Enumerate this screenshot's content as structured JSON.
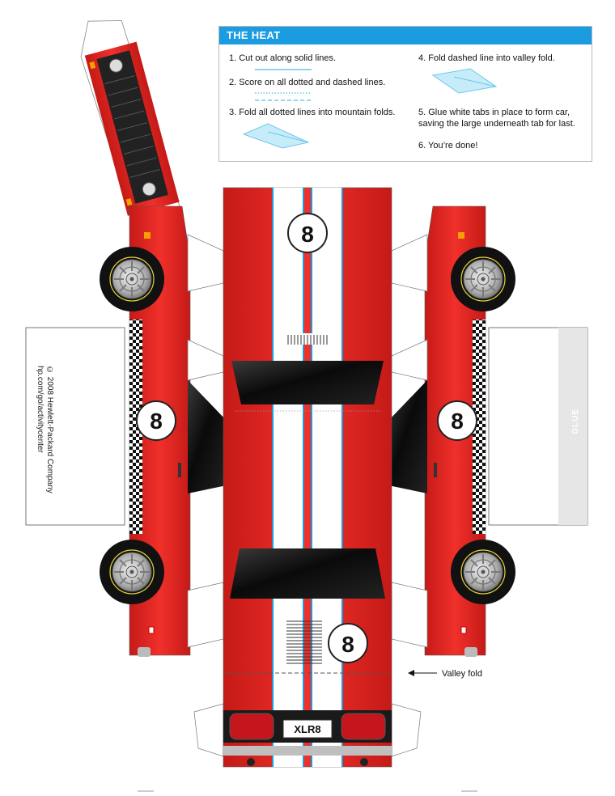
{
  "instructions": {
    "title": "THE HEAT",
    "steps": [
      "1. Cut out along solid lines.",
      "2. Score on all dotted and dashed lines.",
      "3. Fold all dotted lines into mountain folds.",
      "4. Fold dashed line into valley fold.",
      "5. Glue white tabs in place to form car,",
      "saving the large underneath tab for last.",
      "6. You’re done!"
    ]
  },
  "car": {
    "number": "8",
    "plate": "XLR8",
    "color": "#e52420",
    "stripe_color": "#ffffff",
    "pinstripe_color": "#1a9be0"
  },
  "labels": {
    "valley_fold": "Valley fold",
    "glue": "GLUE",
    "credit_line1": "© 2008 Hewlett-Packard Company",
    "credit_line2": "hp.com/go/activitycenter"
  },
  "colors": {
    "accent": "#1b9be0",
    "car_red": "#e52420",
    "window": "#111111",
    "tab_grey": "#e6e6e6"
  }
}
